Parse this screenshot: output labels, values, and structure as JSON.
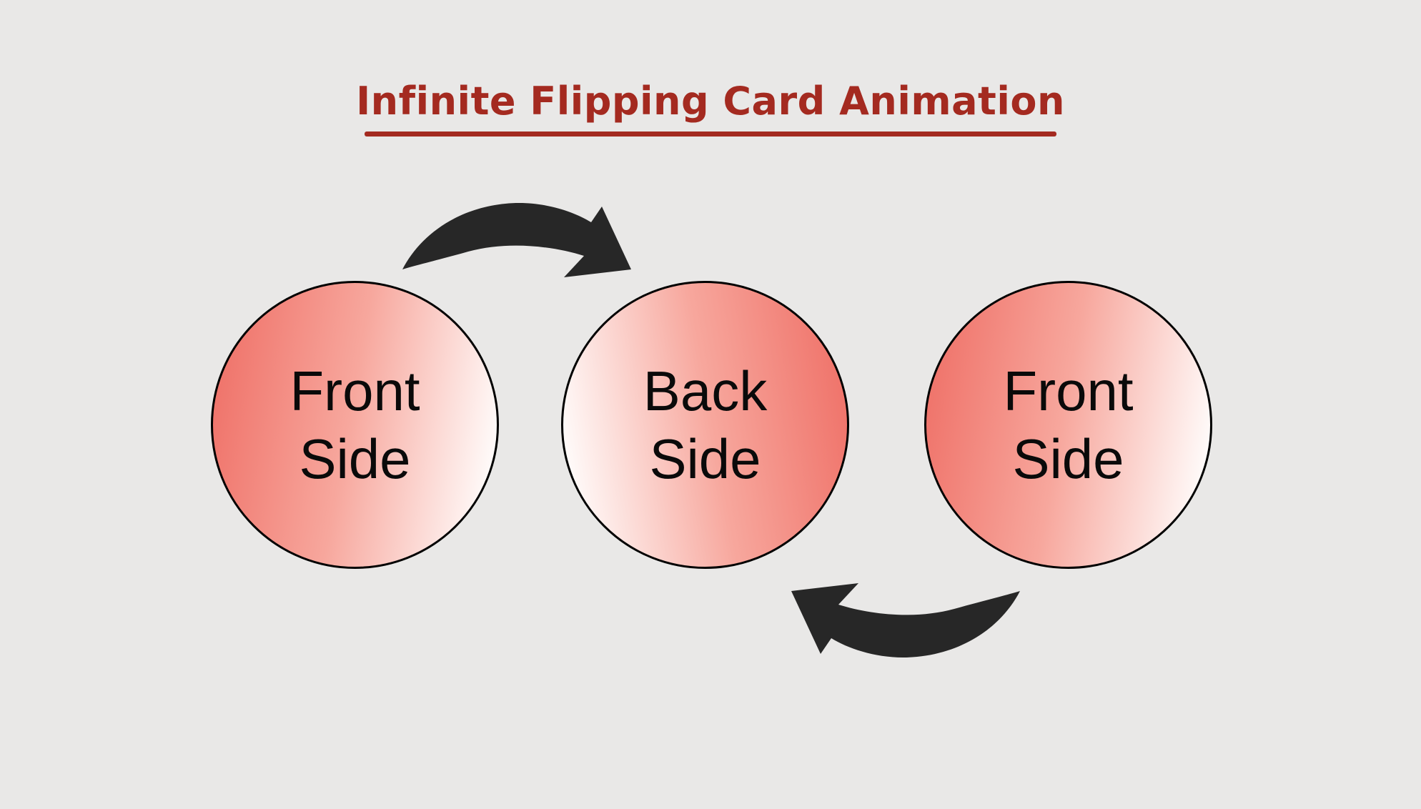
{
  "page": {
    "background_color": "#e9e8e7"
  },
  "title": {
    "text": "Infinite Flipping Card Animation",
    "color": "#a42a20",
    "underlined": true
  },
  "cards": [
    {
      "face": "front",
      "lines": [
        "Front",
        "Side"
      ]
    },
    {
      "face": "back",
      "lines": [
        "Back",
        "Side"
      ]
    },
    {
      "face": "front",
      "lines": [
        "Front",
        "Side"
      ]
    }
  ],
  "arrows": [
    {
      "icon": "curved-arrow-right-icon",
      "position": "top",
      "from": "card-1",
      "to": "card-2"
    },
    {
      "icon": "curved-arrow-left-icon",
      "position": "bottom",
      "from": "card-3",
      "to": "card-2"
    }
  ],
  "colors": {
    "title_red": "#a42a20",
    "card_gradient_start": "#ef6f66",
    "card_gradient_mid": "#f7a79d",
    "card_gradient_end": "#fffcfb",
    "card_border": "#000000",
    "card_text": "#0a0a0a",
    "arrow_fill": "#272727"
  }
}
